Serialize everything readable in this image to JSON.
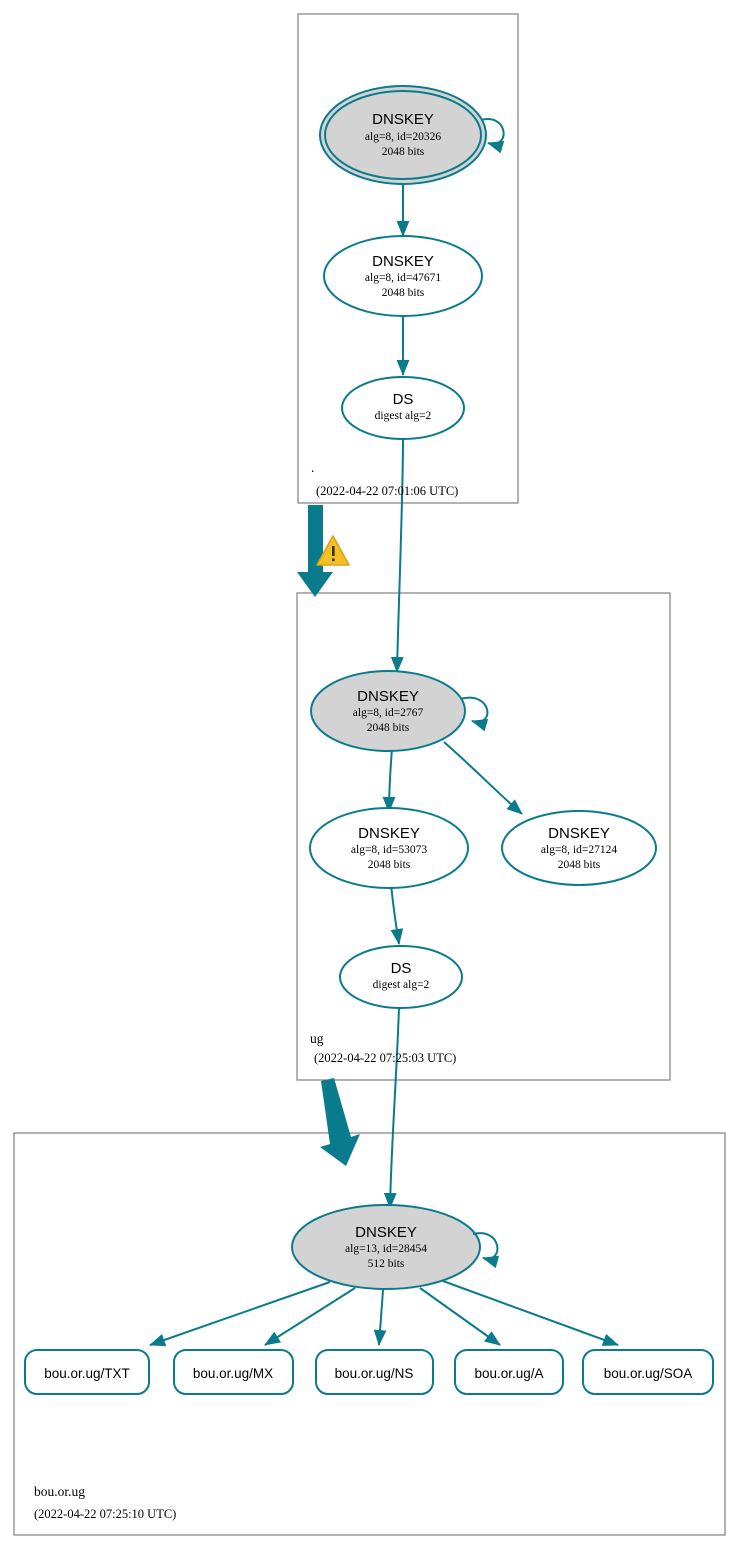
{
  "diagram": {
    "type": "dnssec-authentication-chain",
    "colors": {
      "edge": "#0a7b8c",
      "node_stroke": "#0a7b8c",
      "secure_key_fill": "#d3d3d3",
      "plain_fill": "#ffffff",
      "zone_border": "#808080",
      "warning_fill": "#f5c024"
    }
  },
  "zones": [
    {
      "id": "root",
      "name": ".",
      "timestamp": "(2022-04-22 07:01:06 UTC)",
      "nodes": [
        {
          "id": "root-ksk",
          "kind": "dnskey",
          "title": "DNSKEY",
          "line2": "alg=8, id=20326",
          "line3": "2048 bits",
          "alg": 8,
          "key_id": 20326,
          "bits": 2048,
          "trust_anchor": true,
          "self_signed": true
        },
        {
          "id": "root-zsk",
          "kind": "dnskey",
          "title": "DNSKEY",
          "line2": "alg=8, id=47671",
          "line3": "2048 bits",
          "alg": 8,
          "key_id": 47671,
          "bits": 2048,
          "trust_anchor": false,
          "self_signed": false
        },
        {
          "id": "root-ds",
          "kind": "ds",
          "title": "DS",
          "line2": "digest alg=2",
          "digest_alg": 2
        }
      ]
    },
    {
      "id": "ug",
      "name": "ug",
      "timestamp": "(2022-04-22 07:25:03 UTC)",
      "nodes": [
        {
          "id": "ug-ksk",
          "kind": "dnskey",
          "title": "DNSKEY",
          "line2": "alg=8, id=2767",
          "line3": "2048 bits",
          "alg": 8,
          "key_id": 2767,
          "bits": 2048,
          "trust_anchor": false,
          "self_signed": true
        },
        {
          "id": "ug-zsk-1",
          "kind": "dnskey",
          "title": "DNSKEY",
          "line2": "alg=8, id=53073",
          "line3": "2048 bits",
          "alg": 8,
          "key_id": 53073,
          "bits": 2048,
          "trust_anchor": false,
          "self_signed": false
        },
        {
          "id": "ug-zsk-2",
          "kind": "dnskey",
          "title": "DNSKEY",
          "line2": "alg=8, id=27124",
          "line3": "2048 bits",
          "alg": 8,
          "key_id": 27124,
          "bits": 2048,
          "trust_anchor": false,
          "self_signed": false
        },
        {
          "id": "ug-ds",
          "kind": "ds",
          "title": "DS",
          "line2": "digest alg=2",
          "digest_alg": 2
        }
      ]
    },
    {
      "id": "bou-or-ug",
      "name": "bou.or.ug",
      "timestamp": "(2022-04-22 07:25:10 UTC)",
      "nodes": [
        {
          "id": "bou-key",
          "kind": "dnskey",
          "title": "DNSKEY",
          "line2": "alg=13, id=28454",
          "line3": "512 bits",
          "alg": 13,
          "key_id": 28454,
          "bits": 512,
          "trust_anchor": false,
          "self_signed": true
        }
      ],
      "rrsets": [
        {
          "id": "rr-txt",
          "label": "bou.or.ug/TXT"
        },
        {
          "id": "rr-mx",
          "label": "bou.or.ug/MX"
        },
        {
          "id": "rr-ns",
          "label": "bou.or.ug/NS"
        },
        {
          "id": "rr-a",
          "label": "bou.or.ug/A"
        },
        {
          "id": "rr-soa",
          "label": "bou.or.ug/SOA"
        }
      ]
    }
  ],
  "delegations": [
    {
      "id": "root-to-ug",
      "from_zone": ".",
      "to_zone": "ug",
      "warning": true,
      "warning_icon": "warning-triangle-icon"
    },
    {
      "id": "ug-to-bou",
      "from_zone": "ug",
      "to_zone": "bou.or.ug",
      "warning": false
    }
  ]
}
